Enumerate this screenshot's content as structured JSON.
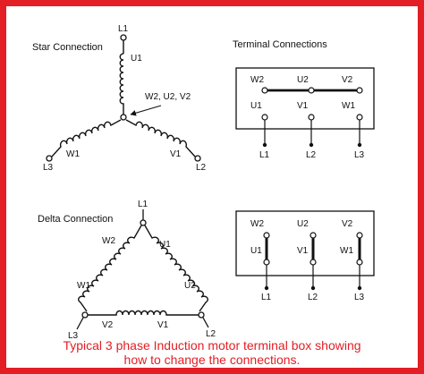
{
  "star": {
    "title": "Star Connection",
    "terminals": {
      "l1": "L1",
      "l2": "L2",
      "l3": "L3"
    },
    "windings": {
      "u1": "U1",
      "v1": "V1",
      "w1": "W1"
    },
    "neutral_label": "W2, U2, V2"
  },
  "terminal_box_star": {
    "title": "Terminal Connections",
    "top_labels": [
      "W2",
      "U2",
      "V2"
    ],
    "bottom_labels": [
      "U1",
      "V1",
      "W1"
    ],
    "lines": [
      "L1",
      "L2",
      "L3"
    ]
  },
  "delta": {
    "title": "Delta Connection",
    "terminals": {
      "l1": "L1",
      "l2": "L2",
      "l3": "L3"
    },
    "windings": {
      "w2": "W2",
      "u1": "U1",
      "w1": "W1",
      "u2": "U2",
      "v2": "V2",
      "v1": "V1"
    }
  },
  "terminal_box_delta": {
    "top_labels": [
      "W2",
      "U2",
      "V2"
    ],
    "bottom_labels": [
      "U1",
      "V1",
      "W1"
    ],
    "lines": [
      "L1",
      "L2",
      "L3"
    ]
  },
  "caption": {
    "line1": "Typical 3 phase Induction motor terminal box showing",
    "line2": "how to change the connections."
  },
  "colors": {
    "border": "#e31e24",
    "caption": "#e31e24",
    "ink": "#111111"
  }
}
